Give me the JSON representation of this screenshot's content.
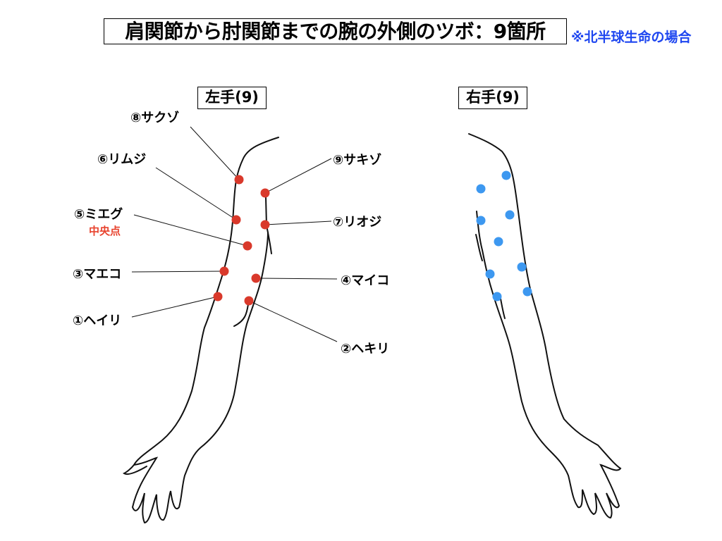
{
  "title": "肩関節から肘関節までの腕の外側のツボ：9箇所",
  "note": "※北半球生命の場合",
  "left_arm": {
    "label": "左手(9)",
    "dot_color": "#d9392b",
    "points": [
      {
        "id": "8",
        "label": "⑧サクゾ"
      },
      {
        "id": "6",
        "label": "⑥リムジ"
      },
      {
        "id": "5",
        "label": "⑤ミエグ",
        "sub": "中央点"
      },
      {
        "id": "3",
        "label": "③マエコ"
      },
      {
        "id": "1",
        "label": "①ヘイリ"
      },
      {
        "id": "9",
        "label": "⑨サキゾ"
      },
      {
        "id": "7",
        "label": "⑦リオジ"
      },
      {
        "id": "4",
        "label": "④マイコ"
      },
      {
        "id": "2",
        "label": "②ヘキリ"
      }
    ]
  },
  "right_arm": {
    "label": "右手(9)",
    "dot_color": "#3d98f0"
  }
}
